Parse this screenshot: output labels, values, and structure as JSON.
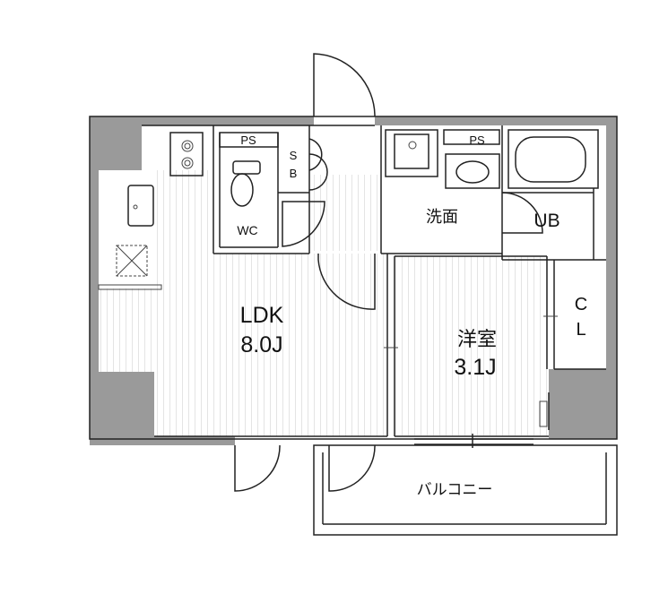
{
  "rooms": {
    "ldk_name": "LDK",
    "ldk_size": "8.0J",
    "western_name": "洋室",
    "western_size": "3.1J",
    "washroom": "洗面",
    "unit_bath": "UB",
    "wc": "WC",
    "balcony": "バルコニー",
    "ps_left": "PS",
    "ps_right": "PS",
    "sb_top": "S",
    "sb_bottom": "B",
    "closet_top": "C",
    "closet_bottom": "L"
  }
}
